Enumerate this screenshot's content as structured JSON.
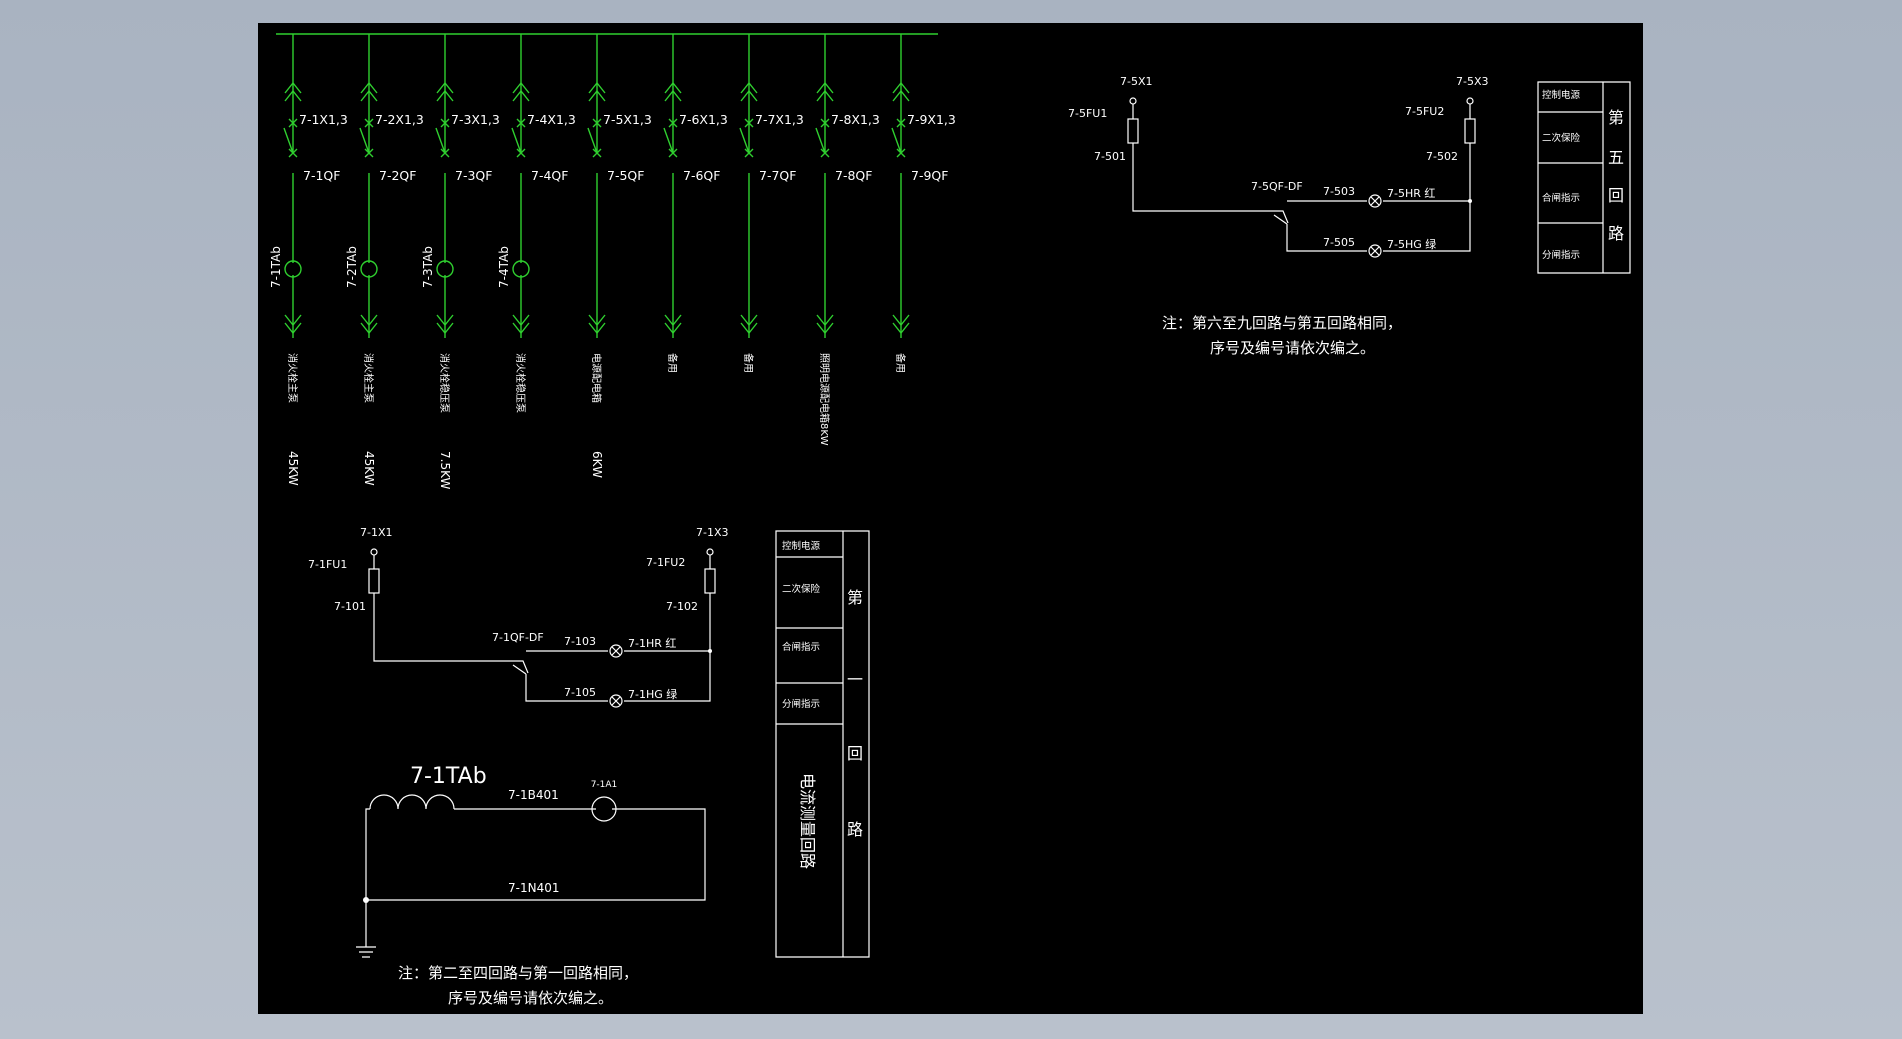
{
  "colors": {
    "background": "#b3bcc8",
    "sheet": "#000000",
    "feeder": "#2fcf2f",
    "line": "#ffffff"
  },
  "feeders": [
    {
      "terminal": "7-1X1,3",
      "breaker": "7-1QF",
      "ta": "7-1TAb",
      "load": "消火栓主泵",
      "power": "45KW"
    },
    {
      "terminal": "7-2X1,3",
      "breaker": "7-2QF",
      "ta": "7-2TAb",
      "load": "消火栓主泵",
      "power": "45KW"
    },
    {
      "terminal": "7-3X1,3",
      "breaker": "7-3QF",
      "ta": "7-3TAb",
      "load": "消火栓稳压泵",
      "power": "7.5KW"
    },
    {
      "terminal": "7-4X1,3",
      "breaker": "7-4QF",
      "ta": "7-4TAb",
      "load": "消火栓稳压泵",
      "power": ""
    },
    {
      "terminal": "7-5X1,3",
      "breaker": "7-5QF",
      "ta": "",
      "load": "电源配电箱",
      "power": "6KW"
    },
    {
      "terminal": "7-6X1,3",
      "breaker": "7-6QF",
      "ta": "",
      "load": "备用",
      "power": ""
    },
    {
      "terminal": "7-7X1,3",
      "breaker": "7-7QF",
      "ta": "",
      "load": "备用",
      "power": ""
    },
    {
      "terminal": "7-8X1,3",
      "breaker": "7-8QF",
      "ta": "",
      "load": "照明电源配电箱8KW",
      "power": ""
    },
    {
      "terminal": "7-9X1,3",
      "breaker": "7-9QF",
      "ta": "",
      "load": "备用",
      "power": ""
    }
  ],
  "circuit1": {
    "x1": "7-1X1",
    "x3": "7-1X3",
    "fu1": "7-1FU1",
    "fu2": "7-1FU2",
    "w101": "7-101",
    "w102": "7-102",
    "qf": "7-1QF-DF",
    "w103": "7-103",
    "hr": "7-1HR 红",
    "w105": "7-105",
    "hg": "7-1HG 绿",
    "note1": "注：第二至四回路与第一回路相同，",
    "note2": "序号及编号请依次编之。"
  },
  "measure": {
    "ta": "7-1TAb",
    "wire": "7-1B401",
    "ammeter": "7-1A1",
    "neutral": "7-1N401"
  },
  "table1": {
    "rows": [
      "控制电源",
      "二次保险",
      "合闸指示",
      "分闸指示"
    ],
    "measure_label": "电流测量回路",
    "title": [
      "第",
      "一",
      "回",
      "路"
    ]
  },
  "circuit5": {
    "x1": "7-5X1",
    "x3": "7-5X3",
    "fu1": "7-5FU1",
    "fu2": "7-5FU2",
    "w501": "7-501",
    "w502": "7-502",
    "qf": "7-5QF-DF",
    "w503": "7-503",
    "hr": "7-5HR 红",
    "w505": "7-505",
    "hg": "7-5HG 绿",
    "note1": "注：第六至九回路与第五回路相同，",
    "note2": "序号及编号请依次编之。"
  },
  "table5": {
    "rows": [
      "控制电源",
      "二次保险",
      "合闸指示",
      "分闸指示"
    ],
    "title": [
      "第",
      "五",
      "回",
      "路"
    ]
  }
}
